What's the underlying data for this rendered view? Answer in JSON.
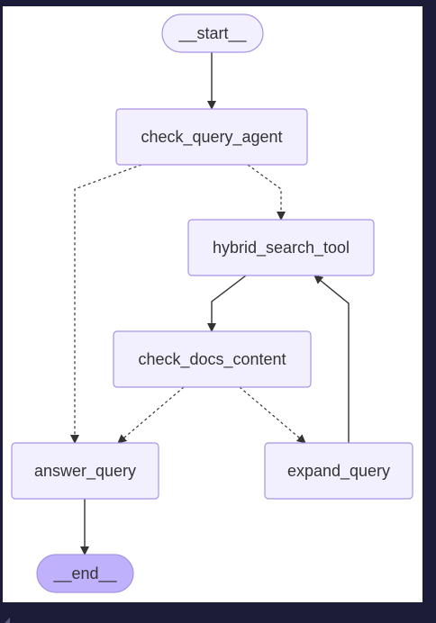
{
  "diagram": {
    "nodes": [
      {
        "id": "start",
        "label": "__start__",
        "shape": "stadium",
        "fill": "#f2f0ff",
        "stroke": "#a993e6"
      },
      {
        "id": "check_query_agent",
        "label": "check_query_agent",
        "shape": "rect",
        "fill": "#f2f0ff",
        "stroke": "#a993e6"
      },
      {
        "id": "hybrid_search_tool",
        "label": "hybrid_search_tool",
        "shape": "rect",
        "fill": "#f2f0ff",
        "stroke": "#a993e6"
      },
      {
        "id": "check_docs_content",
        "label": "check_docs_content",
        "shape": "rect",
        "fill": "#f2f0ff",
        "stroke": "#a993e6"
      },
      {
        "id": "answer_query",
        "label": "answer_query",
        "shape": "rect",
        "fill": "#f2f0ff",
        "stroke": "#a993e6"
      },
      {
        "id": "expand_query",
        "label": "expand_query",
        "shape": "rect",
        "fill": "#f2f0ff",
        "stroke": "#a993e6"
      },
      {
        "id": "end",
        "label": "__end__",
        "shape": "stadium",
        "fill": "#bfb1fb",
        "stroke": "#a993e6"
      }
    ],
    "edges": [
      {
        "from": "start",
        "to": "check_query_agent",
        "style": "solid"
      },
      {
        "from": "check_query_agent",
        "to": "answer_query",
        "style": "dashed"
      },
      {
        "from": "check_query_agent",
        "to": "hybrid_search_tool",
        "style": "dashed"
      },
      {
        "from": "hybrid_search_tool",
        "to": "check_docs_content",
        "style": "solid"
      },
      {
        "from": "check_docs_content",
        "to": "answer_query",
        "style": "dashed"
      },
      {
        "from": "check_docs_content",
        "to": "expand_query",
        "style": "dashed"
      },
      {
        "from": "expand_query",
        "to": "hybrid_search_tool",
        "style": "solid"
      },
      {
        "from": "answer_query",
        "to": "end",
        "style": "solid"
      }
    ],
    "colors": {
      "frame_background": "#1c1c38",
      "canvas_background": "#ffffff",
      "edge": "#333333",
      "label_text": "#333333"
    }
  }
}
